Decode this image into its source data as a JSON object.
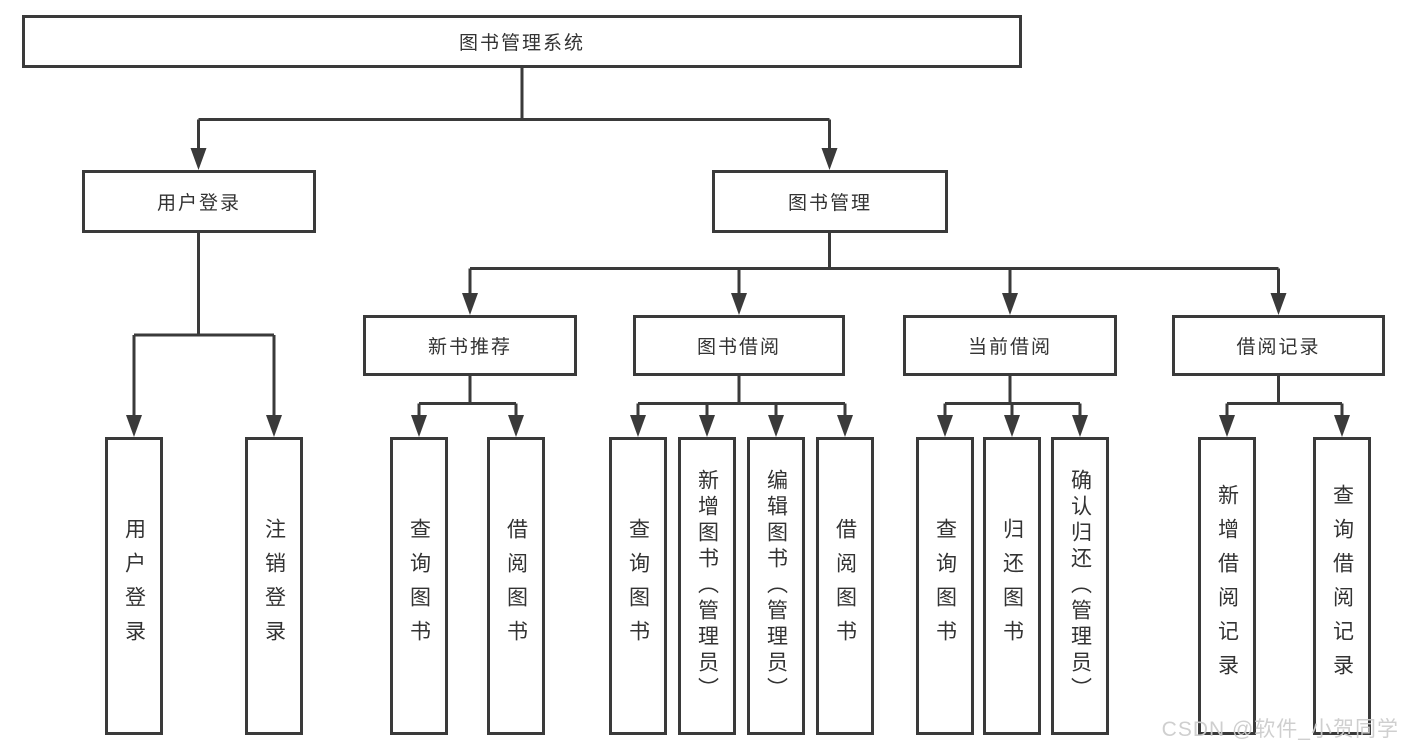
{
  "diagram": {
    "title": "图书管理系统",
    "level2": [
      {
        "id": "user-login",
        "label": "用户登录",
        "parent": "图书管理系统"
      },
      {
        "id": "book-management",
        "label": "图书管理",
        "parent": "图书管理系统"
      }
    ],
    "level3": [
      {
        "id": "new-book-recommend",
        "label": "新书推荐",
        "parent": "图书管理"
      },
      {
        "id": "book-borrowing",
        "label": "图书借阅",
        "parent": "图书管理"
      },
      {
        "id": "current-borrowing",
        "label": "当前借阅",
        "parent": "图书管理"
      },
      {
        "id": "borrowing-records",
        "label": "借阅记录",
        "parent": "图书管理"
      }
    ],
    "leaves": [
      {
        "id": "user-login",
        "label": "用户登录",
        "parent": "用户登录"
      },
      {
        "id": "logout",
        "label": "注销登录",
        "parent": "用户登录"
      },
      {
        "id": "query-books-recommend",
        "label": "查询图书",
        "parent": "新书推荐"
      },
      {
        "id": "borrow-books-recommend",
        "label": "借阅图书",
        "parent": "新书推荐"
      },
      {
        "id": "query-books-borrow",
        "label": "查询图书",
        "parent": "图书借阅"
      },
      {
        "id": "add-books-admin",
        "label": "新增图书（管理员）",
        "parent": "图书借阅"
      },
      {
        "id": "edit-books-admin",
        "label": "编辑图书（管理员）",
        "parent": "图书借阅"
      },
      {
        "id": "borrow-books",
        "label": "借阅图书",
        "parent": "图书借阅"
      },
      {
        "id": "query-books-current",
        "label": "查询图书",
        "parent": "当前借阅"
      },
      {
        "id": "return-books",
        "label": "归还图书",
        "parent": "当前借阅"
      },
      {
        "id": "confirm-return-admin",
        "label": "确认归还（管理员）",
        "parent": "当前借阅"
      },
      {
        "id": "add-borrow-record",
        "label": "新增借阅记录",
        "parent": "借阅记录"
      },
      {
        "id": "query-borrow-record",
        "label": "查询借阅记录",
        "parent": "借阅记录"
      }
    ],
    "watermark": "CSDN @软件_小贺同学",
    "colors": {
      "line": "#3a3a3a",
      "text": "#333333",
      "watermark": "#cdcdcd",
      "background": "#ffffff"
    }
  }
}
